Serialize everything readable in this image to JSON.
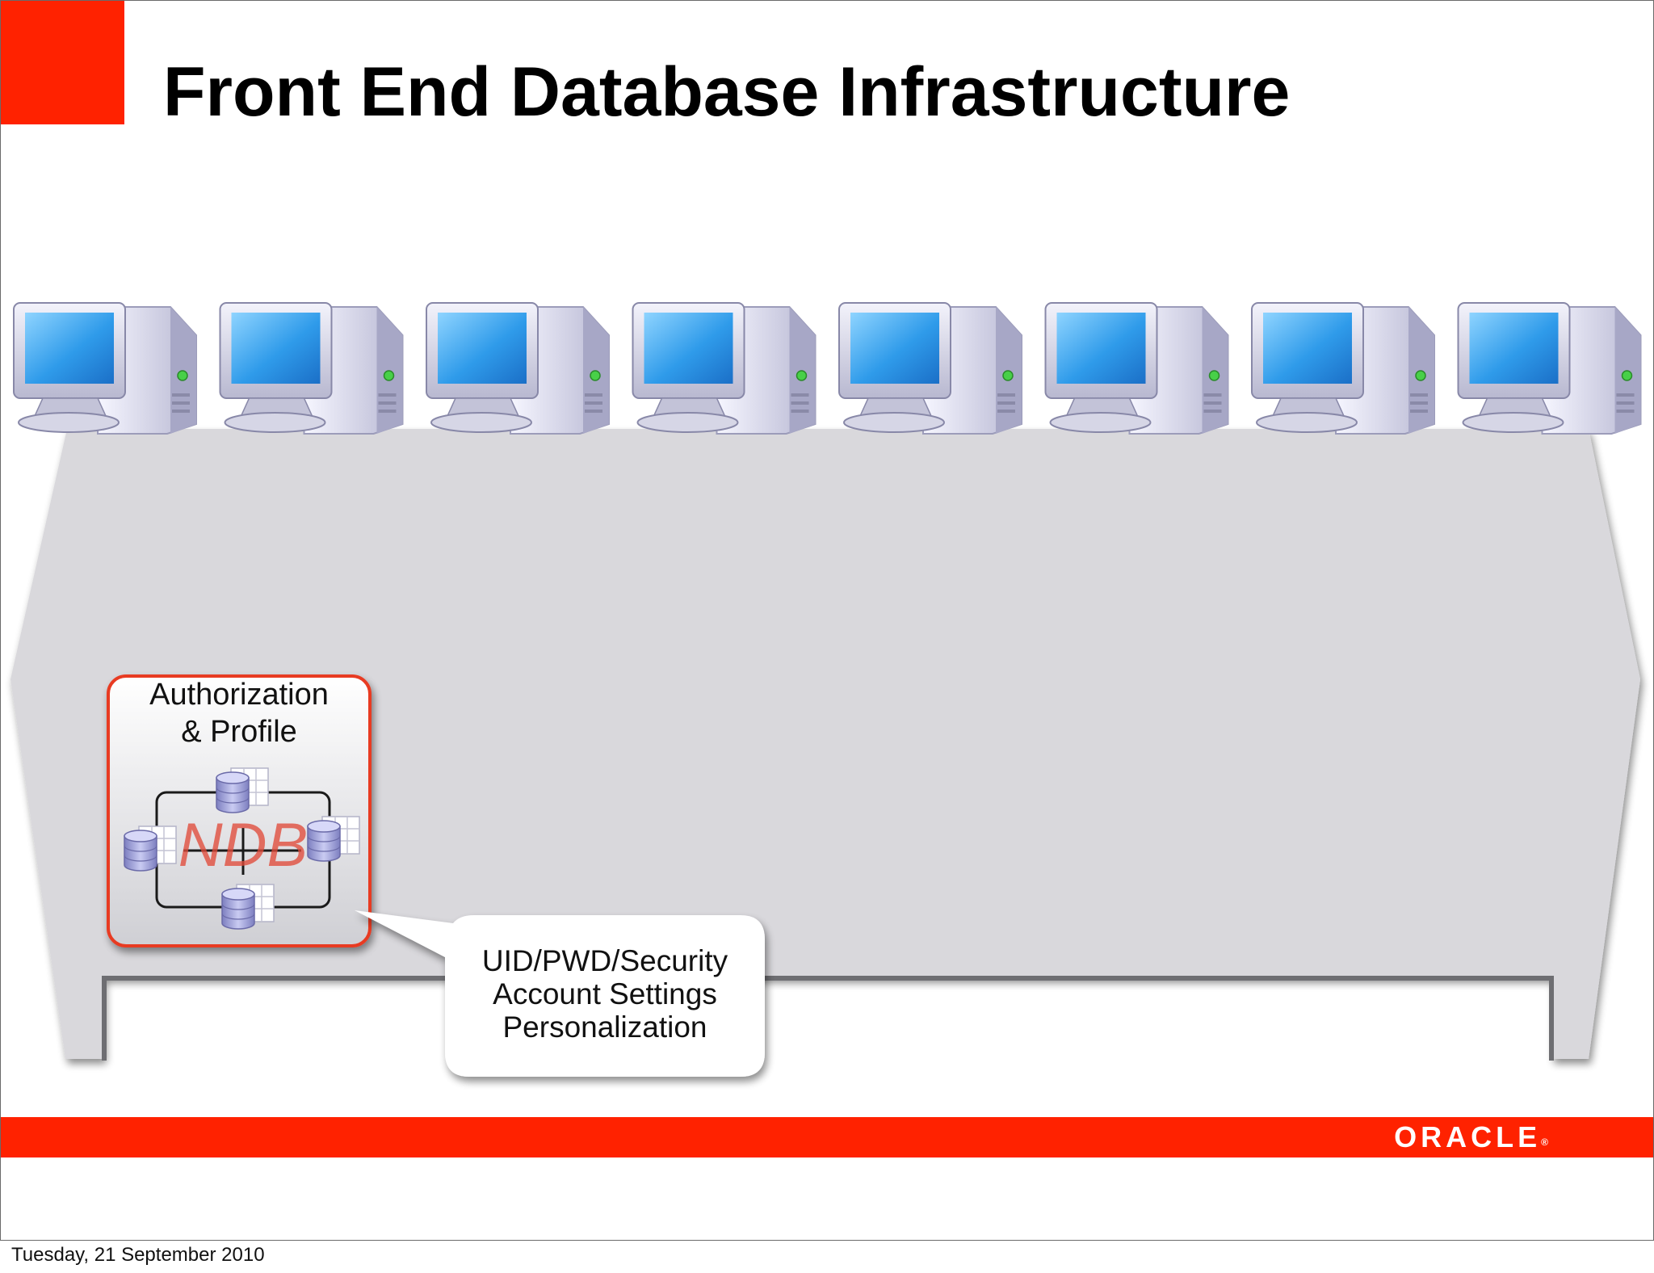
{
  "slide": {
    "title": "Front End Database Infrastructure",
    "brand_color": "#ff2200"
  },
  "diagram": {
    "computers": [
      {
        "icon": "desktop-computer-icon"
      },
      {
        "icon": "desktop-computer-icon"
      },
      {
        "icon": "desktop-computer-icon"
      },
      {
        "icon": "desktop-computer-icon"
      },
      {
        "icon": "desktop-computer-icon"
      },
      {
        "icon": "desktop-computer-icon"
      },
      {
        "icon": "desktop-computer-icon"
      },
      {
        "icon": "desktop-computer-icon"
      }
    ],
    "auth_box": {
      "line1": "Authorization",
      "line2": "& Profile",
      "ndb_label": "NDB",
      "border_color": "#e83a22",
      "database_icons": [
        "database-icon",
        "database-icon",
        "database-icon",
        "database-icon"
      ]
    },
    "callout": {
      "line1": "UID/PWD/Security",
      "line2": "Account Settings",
      "line3": "Personalization"
    }
  },
  "footer": {
    "logo_text": "ORACLE",
    "logo_mark": "®"
  },
  "print_date": "Tuesday, 21 September 2010"
}
